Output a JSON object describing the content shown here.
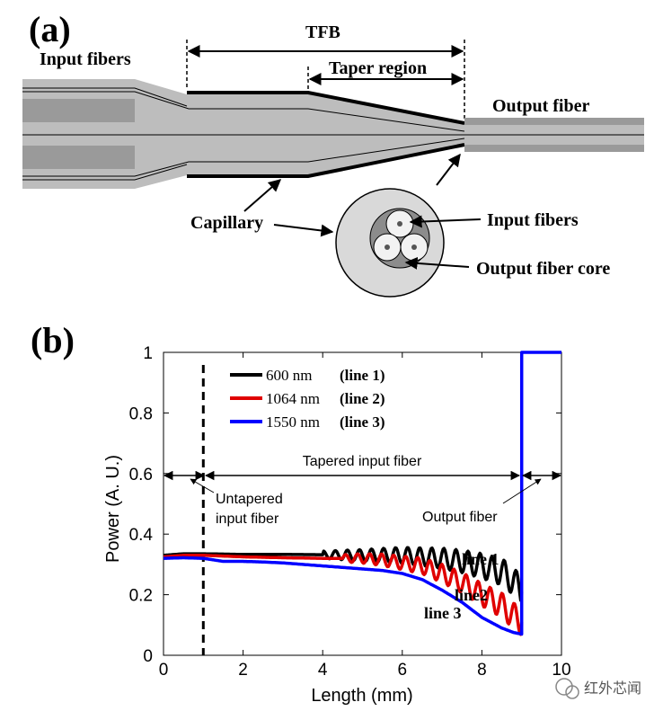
{
  "panel_a": {
    "label": "(a)",
    "tfb": "TFB",
    "taper_region": "Taper region",
    "input_fibers": "Input fibers",
    "output_fiber": "Output fiber",
    "capillary": "Capillary",
    "inset_input_fibers": "Input fibers",
    "inset_output_core": "Output fiber core"
  },
  "panel_b_label": "(b)",
  "watermark": "红外芯闻",
  "chart_data": {
    "type": "line",
    "xlabel": "Length (mm)",
    "ylabel": "Power (A. U.)",
    "xlim": [
      0,
      10
    ],
    "ylim": [
      0,
      1
    ],
    "xticks": [
      "0",
      "2",
      "4",
      "6",
      "8",
      "10"
    ],
    "yticks": [
      "0",
      "0.2",
      "0.4",
      "0.6",
      "0.8",
      "1"
    ],
    "legend_position": "top-left",
    "series": [
      {
        "name": "600 nm",
        "tag": "(line 1)",
        "color": "#000000",
        "x": [
          0,
          0.5,
          1,
          2,
          3,
          4,
          5,
          6,
          6.5,
          7,
          7.5,
          8,
          8.5,
          8.8,
          8.9,
          9.0
        ],
        "y": [
          0.33,
          0.335,
          0.335,
          0.333,
          0.333,
          0.332,
          0.33,
          0.33,
          0.325,
          0.32,
          0.31,
          0.295,
          0.275,
          0.245,
          0.225,
          0.21
        ]
      },
      {
        "name": "1064 nm",
        "tag": "(line 2)",
        "color": "#e00000",
        "x": [
          0,
          0.5,
          1,
          2,
          3,
          4,
          5,
          5.5,
          6,
          6.5,
          7,
          7.5,
          8,
          8.5,
          8.8,
          9.0
        ],
        "y": [
          0.325,
          0.33,
          0.33,
          0.325,
          0.322,
          0.32,
          0.32,
          0.315,
          0.305,
          0.295,
          0.27,
          0.24,
          0.2,
          0.165,
          0.13,
          0.11
        ]
      },
      {
        "name": "1550 nm",
        "tag": "(line 3)",
        "color": "#0000ff",
        "x": [
          0,
          0.5,
          1,
          1.5,
          2,
          2.5,
          3,
          3.5,
          4,
          4.5,
          5,
          5.5,
          6,
          6.5,
          7,
          7.5,
          8,
          8.5,
          8.8,
          9.0,
          9.0,
          9.02,
          9.5,
          10
        ],
        "y": [
          0.32,
          0.322,
          0.32,
          0.31,
          0.31,
          0.308,
          0.305,
          0.3,
          0.295,
          0.29,
          0.285,
          0.28,
          0.27,
          0.25,
          0.215,
          0.175,
          0.125,
          0.09,
          0.075,
          0.07,
          1.0,
          1.0,
          1.0,
          1.0
        ]
      }
    ],
    "vline_x": 1,
    "annotations": {
      "tapered": "Tapered input fiber",
      "untapered_1": "Untapered",
      "untapered_2": "input fiber",
      "output": "Output fiber",
      "line1": "line 1",
      "line2": "line2",
      "line3": "line 3"
    }
  }
}
